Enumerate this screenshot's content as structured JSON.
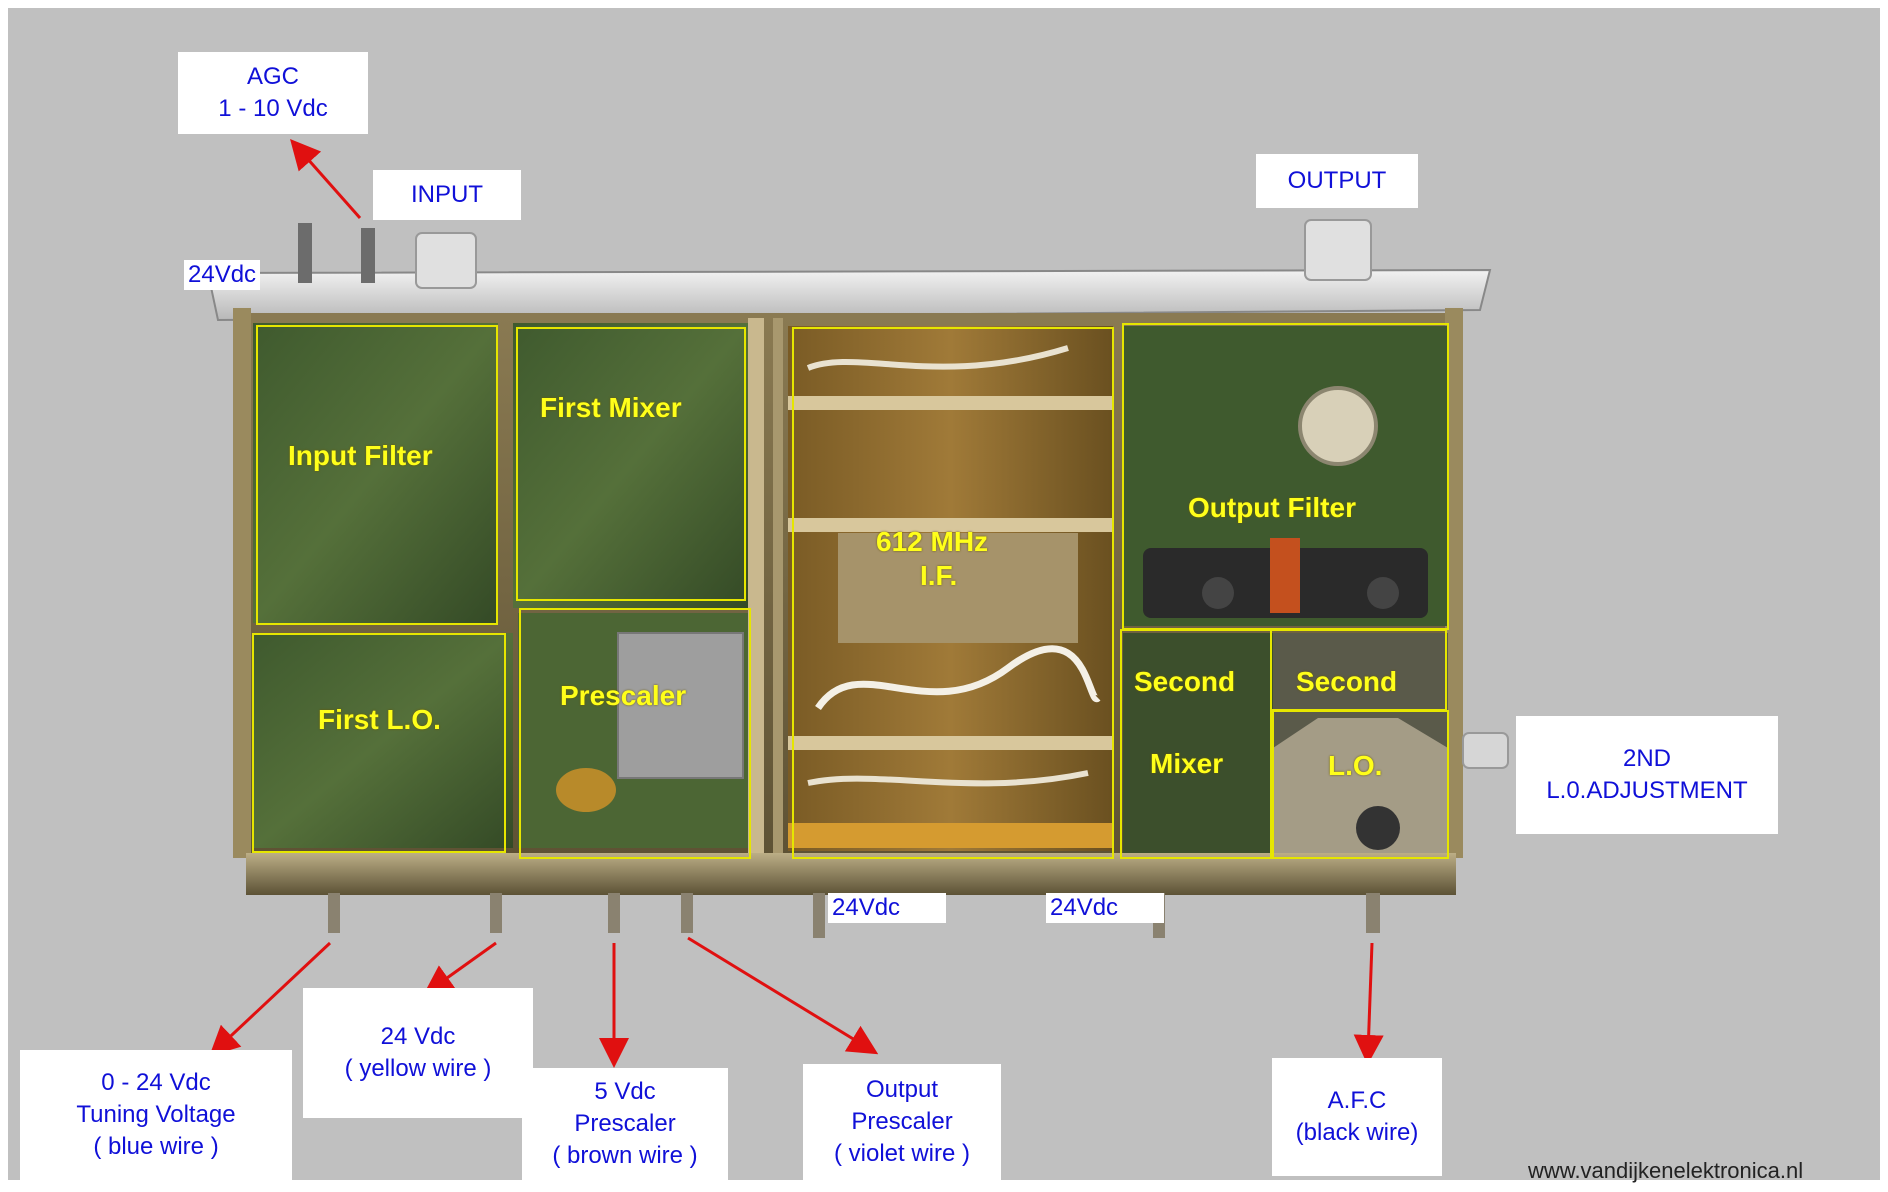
{
  "labels": {
    "agc": {
      "line1": "AGC",
      "line2": "1 - 10 Vdc"
    },
    "input": "INPUT",
    "output": "OUTPUT",
    "supply_top": "24Vdc",
    "supply_bottom_left": "24Vdc",
    "supply_bottom_right": "24Vdc",
    "adjust": {
      "line1": "2ND",
      "line2": "L.0.ADJUSTMENT"
    },
    "tuning": {
      "line1": "0 - 24 Vdc",
      "line2": "Tuning Voltage",
      "line3": "( blue wire )"
    },
    "yellow": {
      "line1": "24 Vdc",
      "line2": "( yellow wire )"
    },
    "brown": {
      "line1": "5 Vdc",
      "line2": "Prescaler",
      "line3": "( brown wire )"
    },
    "violet": {
      "line1": "Output",
      "line2": "Prescaler",
      "line3": "( violet wire )"
    },
    "afc": {
      "line1": "A.F.C",
      "line2": "(black wire)"
    }
  },
  "sections": {
    "input_filter": "Input Filter",
    "first_mixer": "First Mixer",
    "if_line1": "612 MHz",
    "if_line2": "I.F.",
    "output_filter": "Output Filter",
    "first_lo": "First L.O.",
    "prescaler": "Prescaler",
    "second_mixer_line1": "Second",
    "second_mixer_line2": "Mixer",
    "second_lo_line1": "Second",
    "second_lo_line2": "L.O."
  },
  "footer": {
    "url": "www.vandijkenelektronica.nl"
  },
  "colors": {
    "label_text": "#1010d8",
    "section_text": "#ffff1a",
    "section_outline": "#e6e600",
    "arrow": "#e01010",
    "background": "#c0c0c0"
  }
}
